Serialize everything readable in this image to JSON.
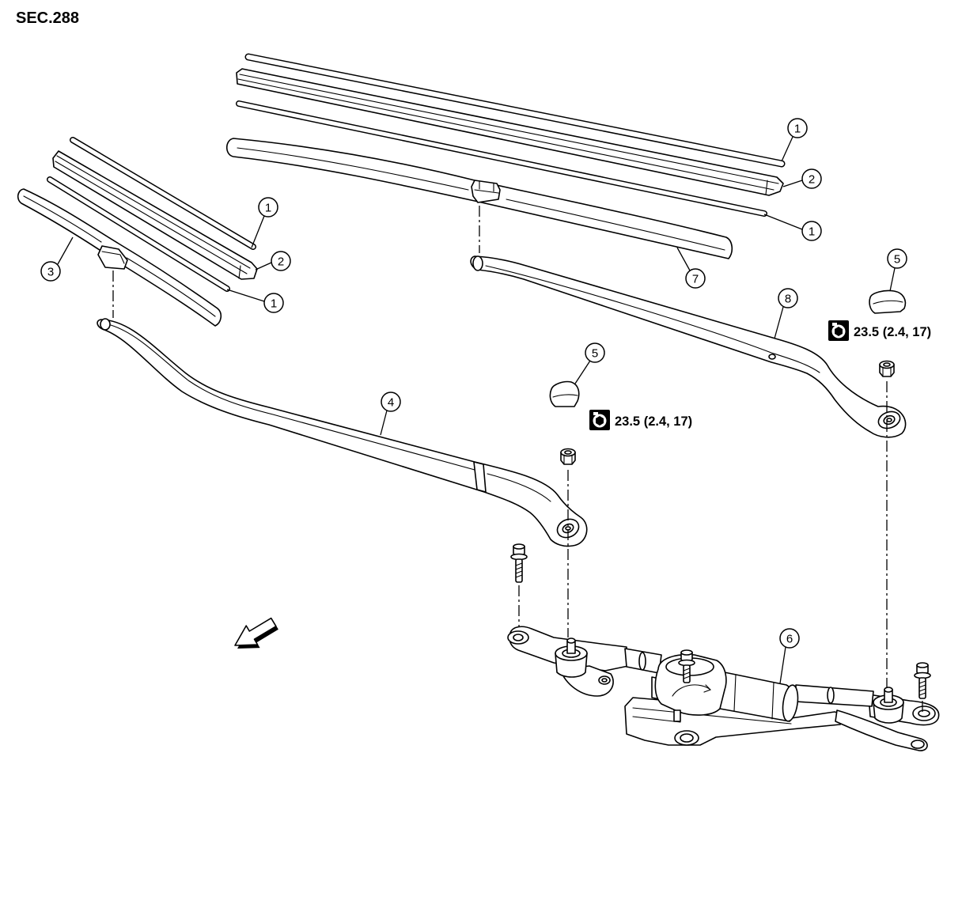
{
  "title": "SEC.288",
  "callouts": [
    {
      "label": "1"
    },
    {
      "label": "2"
    },
    {
      "label": "1"
    },
    {
      "label": "7"
    },
    {
      "label": "5"
    },
    {
      "label": "8"
    },
    {
      "label": "1"
    },
    {
      "label": "2"
    },
    {
      "label": "1"
    },
    {
      "label": "3"
    },
    {
      "label": "4"
    },
    {
      "label": "5"
    },
    {
      "label": "6"
    }
  ],
  "torque": [
    {
      "value": "23.5 (2.4, 17)"
    },
    {
      "value": "23.5 (2.4, 17)"
    }
  ]
}
